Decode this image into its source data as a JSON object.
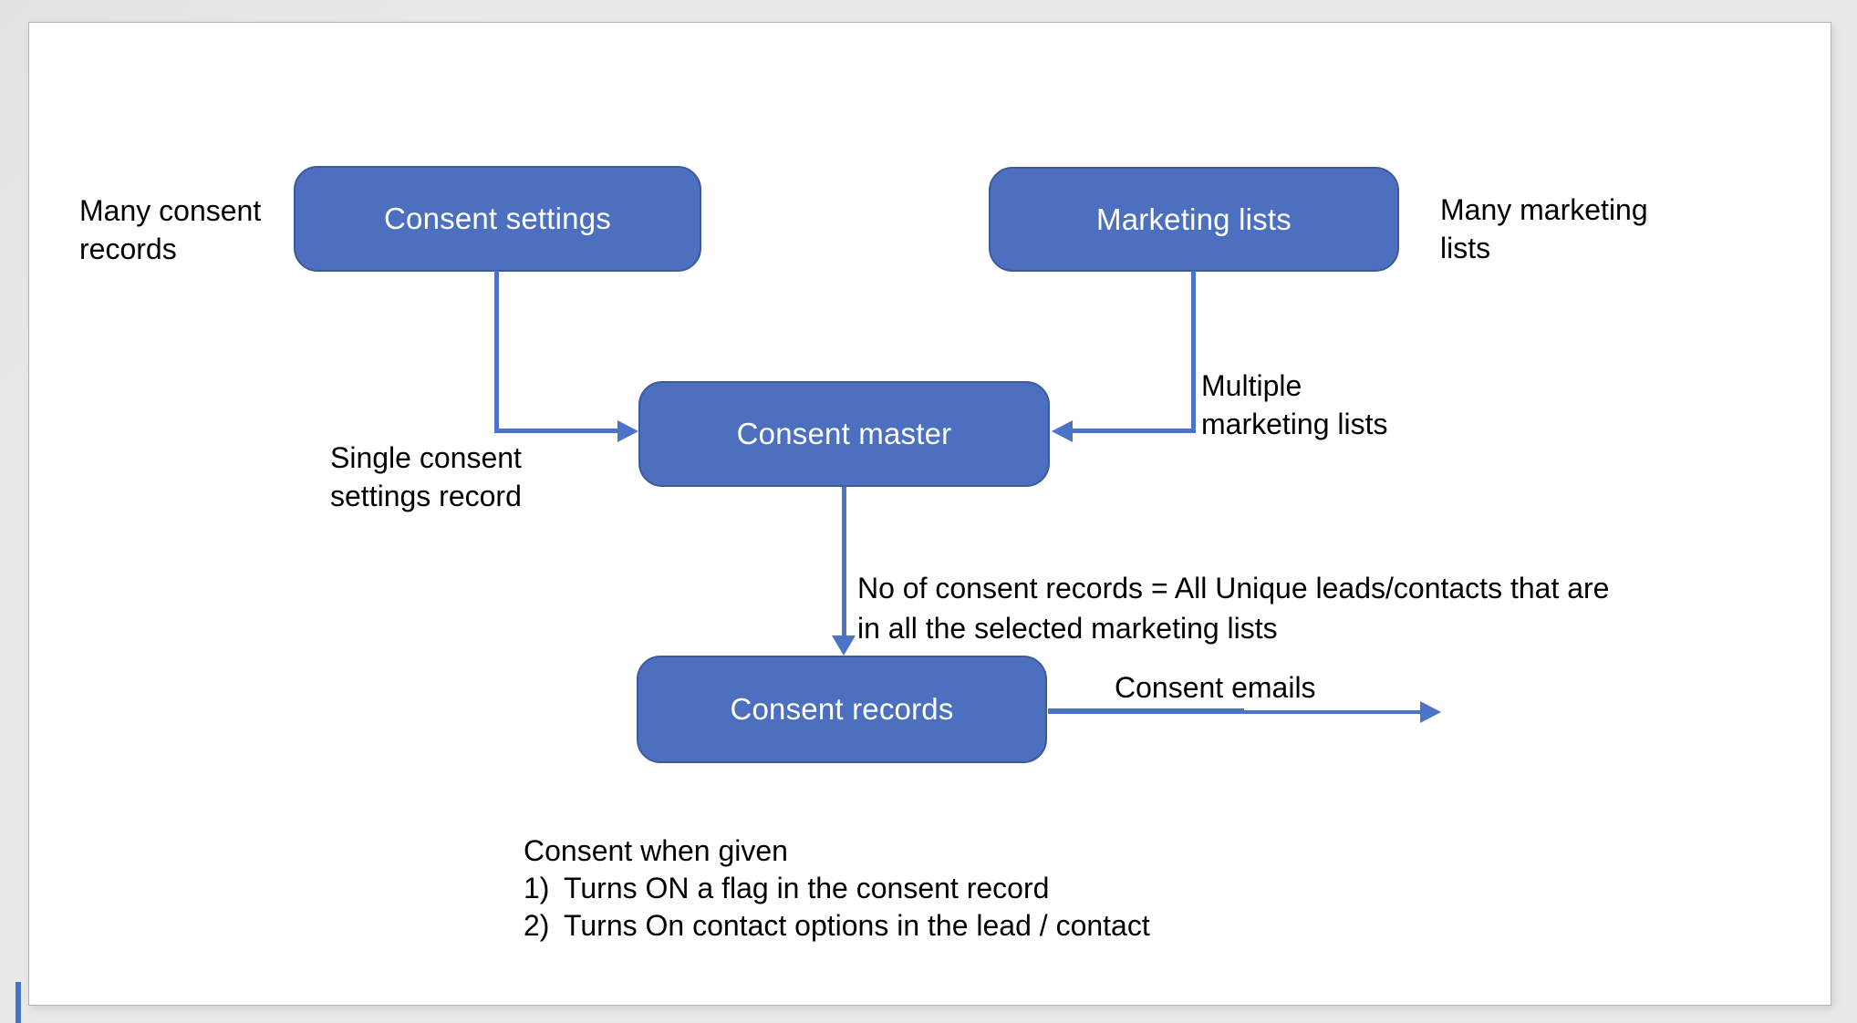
{
  "colors": {
    "desktop_bg": "#e9e9e9",
    "page_bg": "#ffffff",
    "page_border": "#b3b3b3",
    "node_fill": "#4c6fc0",
    "node_border": "#3d5a9b",
    "connector": "#4b74c9",
    "label_color": "#000000",
    "accent": "#4472c4"
  },
  "nodes": {
    "consent_settings": {
      "label": "Consent settings"
    },
    "marketing_lists": {
      "label": "Marketing lists"
    },
    "consent_master": {
      "label": "Consent master"
    },
    "consent_records": {
      "label": "Consent records"
    }
  },
  "annotations": {
    "many_consent_records": {
      "line1": "Many consent",
      "line2": "records"
    },
    "many_marketing_lists": {
      "line1": "Many marketing",
      "line2": "lists"
    },
    "single_consent_settings_record": {
      "line1": "Single consent",
      "line2": "settings record"
    },
    "multiple_marketing_lists": {
      "line1": "Multiple",
      "line2": "marketing lists"
    },
    "consent_count_note": {
      "line1": "No of consent records = All Unique leads/contacts that are",
      "line2": "in all the selected marketing lists"
    },
    "consent_emails": {
      "line1": "Consent emails"
    }
  },
  "notes": {
    "title": "Consent when given",
    "item1_marker": "1)",
    "item1_text": "Turns ON a flag in the consent record",
    "item2_marker": "2)",
    "item2_text": "Turns On contact options in the lead / contact"
  }
}
